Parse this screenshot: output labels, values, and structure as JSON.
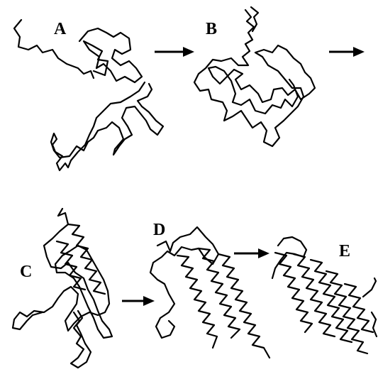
{
  "figure": {
    "panels": [
      {
        "id": "A",
        "label": "A"
      },
      {
        "id": "B",
        "label": "B"
      },
      {
        "id": "C",
        "label": "C"
      },
      {
        "id": "D",
        "label": "D"
      },
      {
        "id": "E",
        "label": "E"
      }
    ],
    "colors": {
      "ink": "#000000",
      "background": "#ffffff"
    }
  }
}
